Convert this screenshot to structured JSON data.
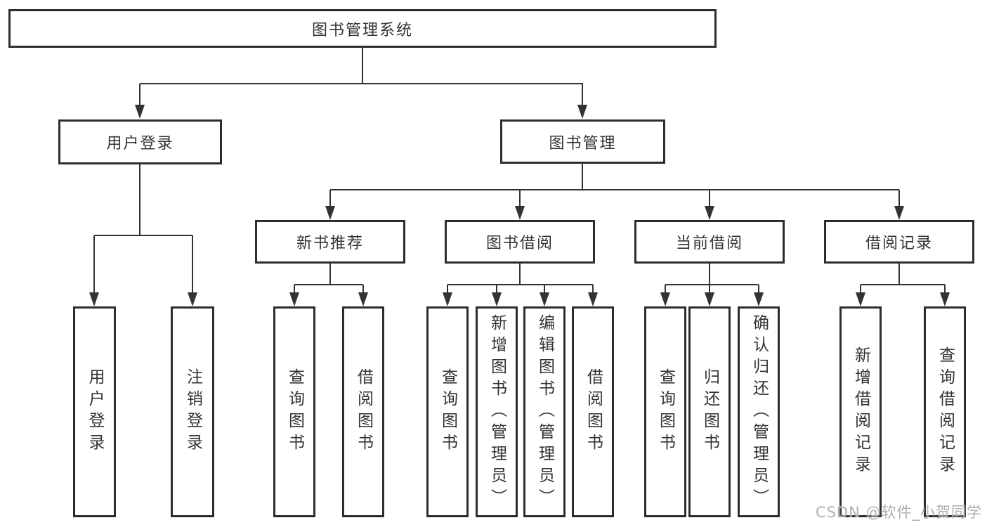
{
  "diagram_title": "图书管理系统",
  "tree": {
    "label": "图书管理系统",
    "children": [
      {
        "label": "用户登录",
        "children": [
          {
            "label": "用户登录"
          },
          {
            "label": "注销登录"
          }
        ]
      },
      {
        "label": "图书管理",
        "children": [
          {
            "label": "新书推荐",
            "children": [
              {
                "label": "查询图书"
              },
              {
                "label": "借阅图书"
              }
            ]
          },
          {
            "label": "图书借阅",
            "children": [
              {
                "label": "查询图书"
              },
              {
                "label": "新增图书（管理员）"
              },
              {
                "label": "编辑图书（管理员）"
              },
              {
                "label": "借阅图书"
              }
            ]
          },
          {
            "label": "当前借阅",
            "children": [
              {
                "label": "查询图书"
              },
              {
                "label": "归还图书"
              },
              {
                "label": "确认归还（管理员）"
              }
            ]
          },
          {
            "label": "借阅记录",
            "children": [
              {
                "label": "新增借阅记录"
              },
              {
                "label": "查询借阅记录"
              }
            ]
          }
        ]
      }
    ]
  },
  "watermark": {
    "text": "CSDN @软件_小贺同学"
  },
  "colors": {
    "line": "#333333",
    "box_border": "#2d2d2d",
    "text": "#333333",
    "watermark": "#a8abb0",
    "background": "#ffffff"
  }
}
